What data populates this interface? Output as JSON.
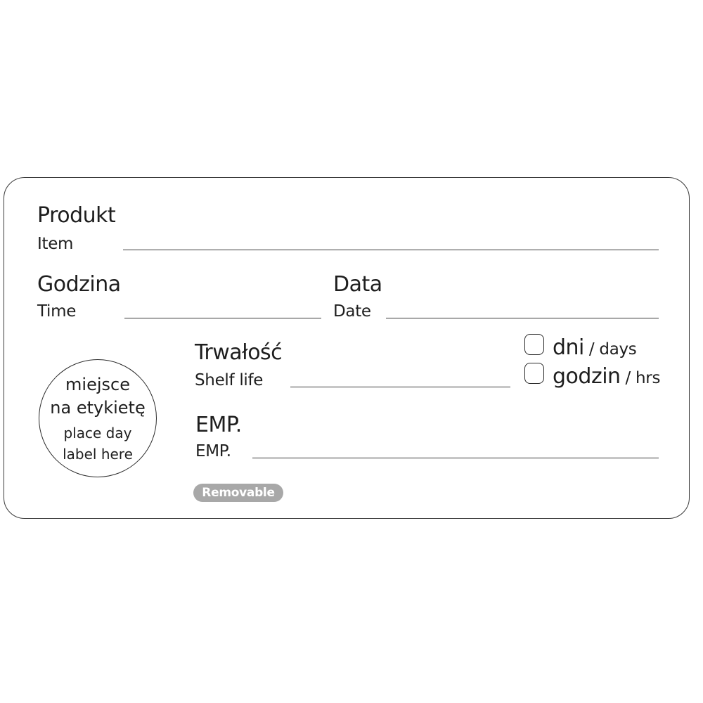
{
  "label": {
    "item": {
      "pl": "Produkt",
      "en": "Item"
    },
    "time": {
      "pl": "Godzina",
      "en": "Time"
    },
    "date": {
      "pl": "Data",
      "en": "Date"
    },
    "shelf_life": {
      "pl": "Trwałość",
      "en": "Shelf life"
    },
    "emp": {
      "pl": "EMP.",
      "en": "EMP."
    },
    "day_label_spot": {
      "line1": "miejsce",
      "line2": "na etykietę",
      "line3": "place day",
      "line4": "label here"
    },
    "shelf_units": [
      {
        "pl": "dni",
        "sep": " / ",
        "en": "days"
      },
      {
        "pl": "godzin",
        "sep": " / ",
        "en": "hrs"
      }
    ],
    "badge": "Removable"
  },
  "colors": {
    "border": "#3a3a3a",
    "text": "#1e1e1e",
    "badge_bg": "#a8a8a8",
    "badge_text": "#ffffff"
  }
}
